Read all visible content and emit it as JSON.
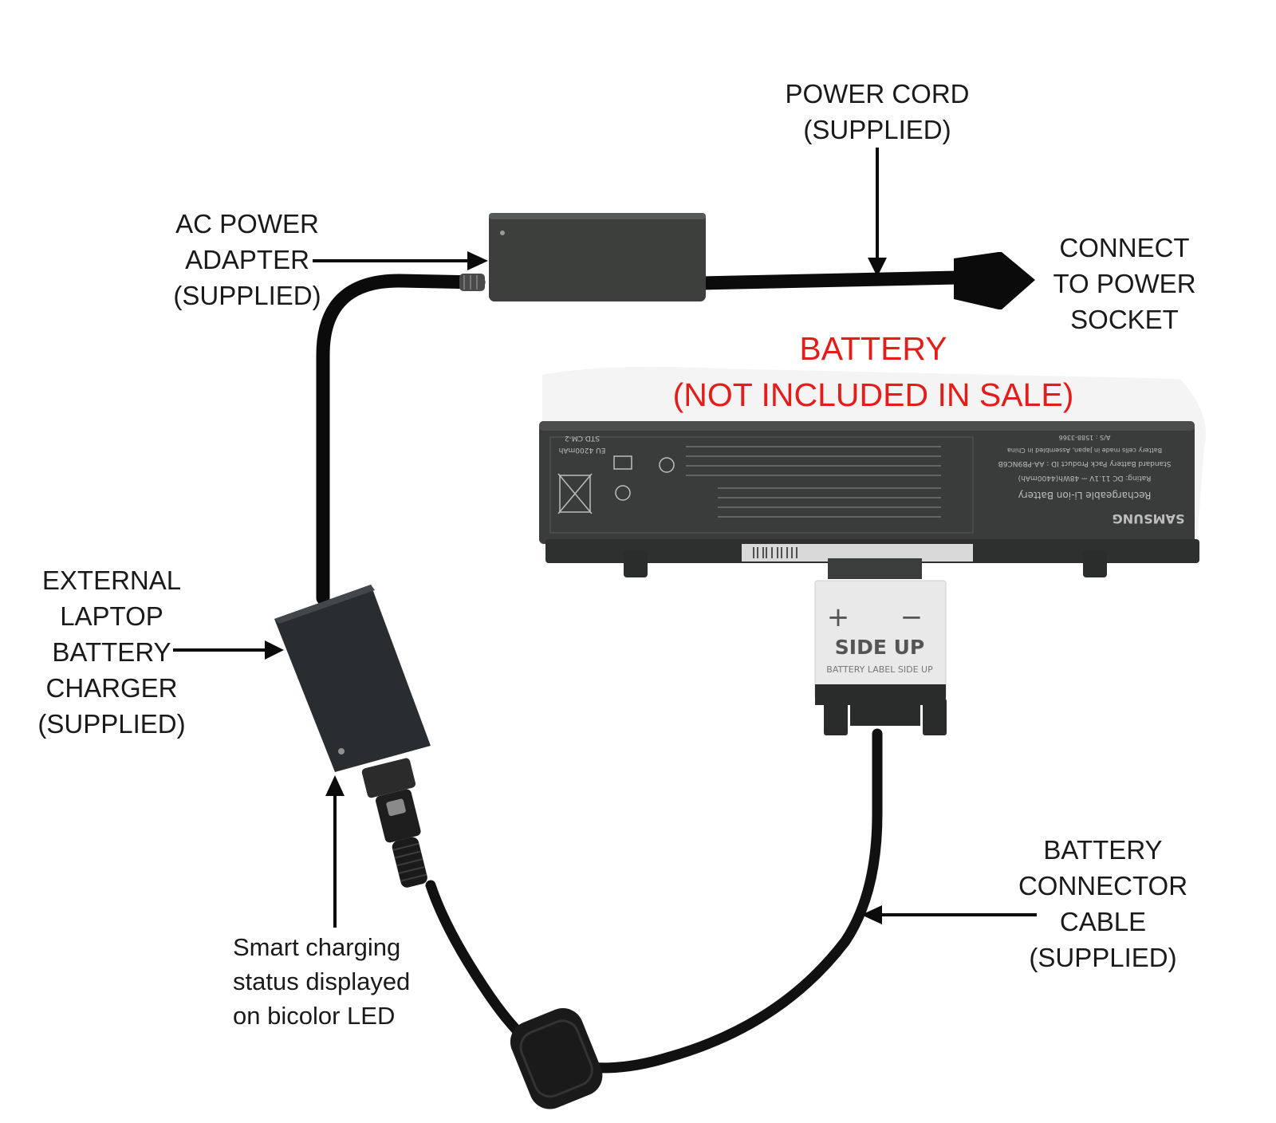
{
  "labels": {
    "power_cord": [
      "POWER CORD",
      "(SUPPLIED)"
    ],
    "ac_adapter": [
      "AC POWER",
      "ADAPTER",
      "(SUPPLIED)"
    ],
    "connect_socket": [
      "CONNECT",
      "TO POWER",
      "SOCKET"
    ],
    "battery_title": [
      "BATTERY",
      "(NOT INCLUDED IN SALE)"
    ],
    "external_charger": [
      "EXTERNAL",
      "LAPTOP",
      "BATTERY",
      "CHARGER",
      "(SUPPLIED)"
    ],
    "led_note": [
      "Smart charging",
      "status displayed",
      "on bicolor LED"
    ],
    "connector_cable": [
      "BATTERY",
      "CONNECTOR",
      "CABLE",
      "(SUPPLIED)"
    ]
  },
  "connector_plug": {
    "plus": "+",
    "minus": "−",
    "side_up": "SIDE UP",
    "sub": "BATTERY LABEL SIDE UP"
  },
  "battery_print": {
    "brand": "SAMSUNG",
    "line1": "Rechargeable Li-ion Battery",
    "line2": "Rating: DC 11.1V ⎓ 48Wh(4400mAh)",
    "line3": "Standard Battery Pack   Product ID : AA-PB9NC6B",
    "line4": "Battery cells made in Japan, Assembled in China",
    "line5": "A/S : 1588-3366",
    "capacity": "EU 4200mAh",
    "std": "STD CM-2"
  },
  "colors": {
    "title_red": "#e31d1a",
    "cable": "#0b0b0b",
    "adapter": "#3c3f3c",
    "charger": "#2a2d30",
    "battery": "#3a3b3b"
  }
}
